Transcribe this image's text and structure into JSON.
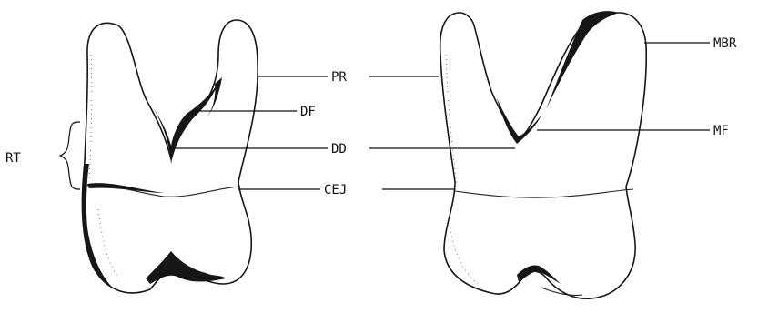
{
  "labels": {
    "rt": "RT",
    "pr": "PR",
    "df": "DF",
    "dd": "DD",
    "cej": "CEJ",
    "mbr": "MBR",
    "mf": "MF"
  },
  "colors": {
    "ink": "#161616",
    "background": "#ffffff"
  }
}
